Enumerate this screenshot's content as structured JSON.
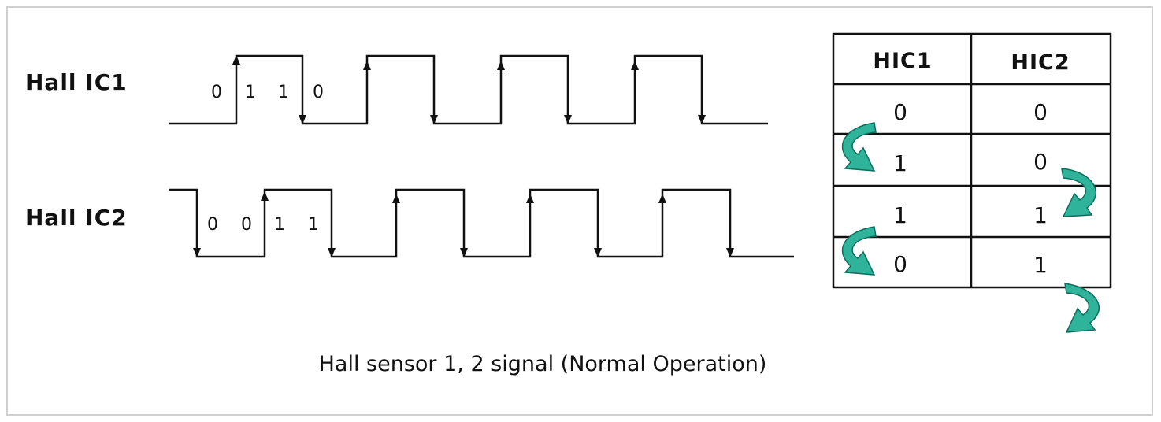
{
  "signals": [
    {
      "label": "Hall IC1",
      "bits": [
        "0",
        "1",
        "1",
        "0"
      ]
    },
    {
      "label": "Hall IC2",
      "bits": [
        "0",
        "0",
        "1",
        "1"
      ]
    }
  ],
  "table": {
    "headers": [
      "HIC1",
      "HIC2"
    ],
    "rows": [
      [
        "0",
        "0"
      ],
      [
        "1",
        "0"
      ],
      [
        "1",
        "1"
      ],
      [
        "0",
        "1"
      ]
    ]
  },
  "caption": "Hall sensor 1, 2 signal (Normal Operation)",
  "colors": {
    "arrow": "#2fb39a",
    "line": "#111111",
    "border": "#cfcfcf"
  }
}
